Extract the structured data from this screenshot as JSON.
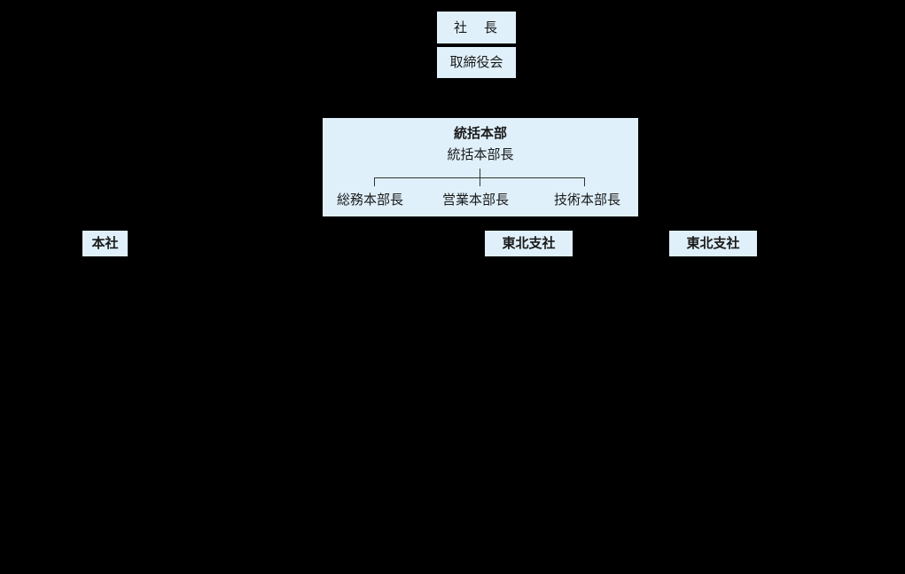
{
  "colors": {
    "background": "#000000",
    "box_fill": "#dff0fa",
    "text": "#1a1a1a",
    "connector": "#333333"
  },
  "top": {
    "president": "社　長",
    "board": "取締役会"
  },
  "hq_division": {
    "title": "統括本部",
    "head": "統括本部長",
    "subordinates": [
      "総務本部長",
      "営業本部長",
      "技術本部長"
    ]
  },
  "offices": [
    "本社",
    "東北支社",
    "東北支社"
  ]
}
